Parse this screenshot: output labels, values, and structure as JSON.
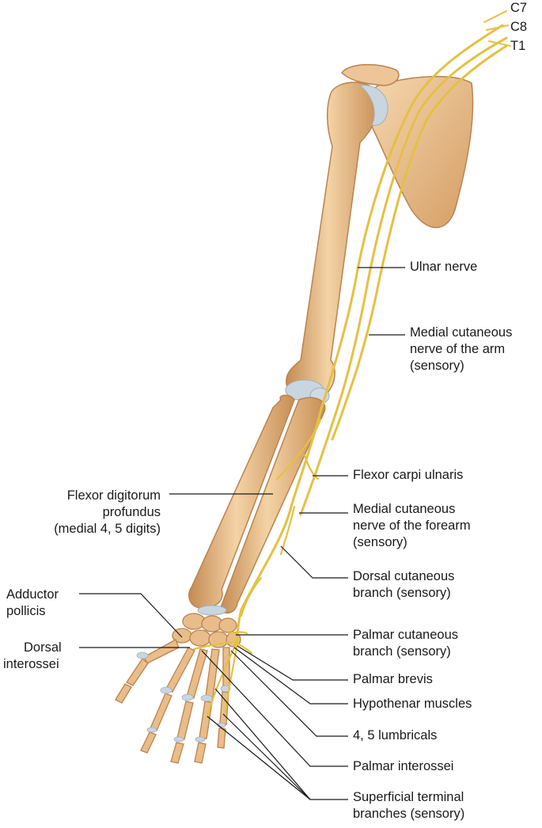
{
  "colors": {
    "bone": "#e7b985",
    "bone_dark": "#b9834e",
    "bone_light": "#f6dcb8",
    "cartilage": "#c9d6df",
    "nerve": "#e5c043",
    "nerve_dark": "#c99a1c",
    "leader": "#1a1a1a",
    "text": "#1a1a1a"
  },
  "roots": {
    "c7": "C7",
    "c8": "C8",
    "t1": "T1"
  },
  "labels": {
    "ulnar_nerve": "Ulnar nerve",
    "medial_cutaneous_arm": [
      "Medial cutaneous",
      "nerve of the arm",
      "(sensory)"
    ],
    "flexor_carpi_ulnaris": "Flexor carpi ulnaris",
    "flexor_digitorum_profundus": [
      "Flexor digitorum",
      "profundus",
      "(medial 4, 5 digits)"
    ],
    "medial_cutaneous_forearm": [
      "Medial cutaneous",
      "nerve of the forearm",
      "(sensory)"
    ],
    "dorsal_cutaneous_branch": [
      "Dorsal cutaneous",
      "branch (sensory)"
    ],
    "adductor_pollicis": [
      "Adductor",
      "pollicis"
    ],
    "dorsal_interossei": [
      "Dorsal",
      "interossei"
    ],
    "palmar_cutaneous_branch": [
      "Palmar cutaneous",
      "branch (sensory)"
    ],
    "palmar_brevis": "Palmar brevis",
    "hypothenar_muscles": "Hypothenar muscles",
    "lumbricals": "4, 5 lumbricals",
    "palmar_interossei": "Palmar interossei",
    "superficial_terminal_branches": [
      "Superficial terminal",
      "branches (sensory)"
    ]
  }
}
